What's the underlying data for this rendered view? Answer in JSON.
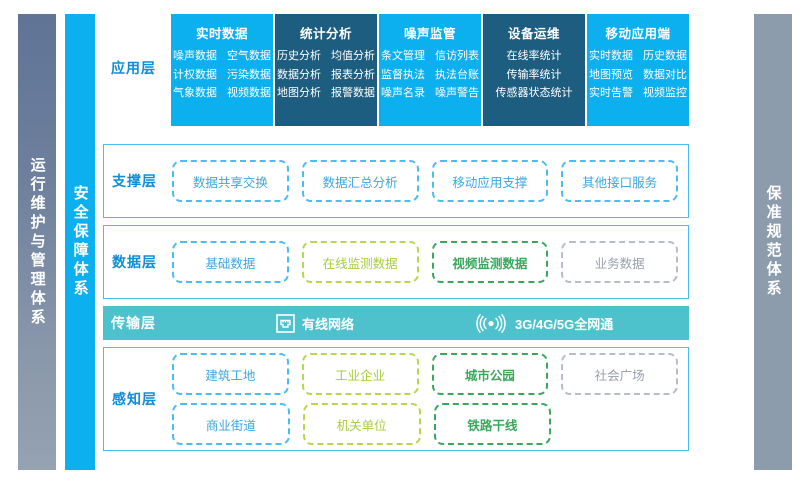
{
  "side_bars": {
    "left_outer": {
      "label": "运行维护与管理体系",
      "color": "#6d7f9c"
    },
    "left_inner": {
      "label": "安全保障体系",
      "color": "#0cb0ee"
    },
    "right_outer": {
      "label": "保准规范体系",
      "color": "#8d9cad"
    }
  },
  "layers": {
    "application": {
      "label": "应用层",
      "columns": [
        {
          "title": "实时数据",
          "style": "light",
          "items": [
            "噪声数据",
            "空气数据",
            "计权数据",
            "污染数据",
            "气象数据",
            "视频数据"
          ]
        },
        {
          "title": "统计分析",
          "style": "dark",
          "items": [
            "历史分析",
            "均值分析",
            "数据分析",
            "报表分析",
            "地图分析",
            "报警数据"
          ]
        },
        {
          "title": "噪声监管",
          "style": "light",
          "items": [
            "条文管理",
            "信访列表",
            "监督执法",
            "执法台账",
            "噪声名录",
            "噪声警告"
          ]
        },
        {
          "title": "设备运维",
          "style": "dark",
          "single_column": true,
          "items": [
            "在线率统计",
            "传输率统计",
            "传感器状态统计"
          ]
        },
        {
          "title": "移动应用端",
          "style": "light",
          "items": [
            "实时数据",
            "历史数据",
            "地图预览",
            "数据对比",
            "实时告警",
            "视频监控"
          ]
        }
      ]
    },
    "support": {
      "label": "支撑层",
      "chips": [
        {
          "text": "数据共享交换",
          "color": "blue"
        },
        {
          "text": "数据汇总分析",
          "color": "blue"
        },
        {
          "text": "移动应用支撑",
          "color": "blue"
        },
        {
          "text": "其他接口服务",
          "color": "blue"
        }
      ]
    },
    "data": {
      "label": "数据层",
      "chips": [
        {
          "text": "基础数据",
          "color": "blue"
        },
        {
          "text": "在线监测数据",
          "color": "lime"
        },
        {
          "text": "视频监测数据",
          "color": "green"
        },
        {
          "text": "业务数据",
          "color": "gray"
        }
      ]
    },
    "transmission": {
      "label": "传输层",
      "items": [
        {
          "icon": "ethernet-port-icon",
          "text": "有线网络"
        },
        {
          "icon": "wireless-signal-icon",
          "text": "3G/4G/5G全网通"
        }
      ]
    },
    "perception": {
      "label": "感知层",
      "rows": [
        [
          {
            "text": "建筑工地",
            "color": "blue"
          },
          {
            "text": "工业企业",
            "color": "lime"
          },
          {
            "text": "城市公园",
            "color": "green"
          },
          {
            "text": "社会广场",
            "color": "gray"
          }
        ],
        [
          {
            "text": "商业街道",
            "color": "blue"
          },
          {
            "text": "机关单位",
            "color": "lime"
          },
          {
            "text": "铁路干线",
            "color": "green"
          }
        ]
      ]
    }
  },
  "palette": {
    "bright_blue": "#0cb0ee",
    "dark_navy": "#1d5e80",
    "teal": "#4dc2cc",
    "gray_blue": "#8d9cad",
    "lime": "#b6d84a",
    "green": "#3ba75c",
    "gray": "#b6bdc9"
  }
}
